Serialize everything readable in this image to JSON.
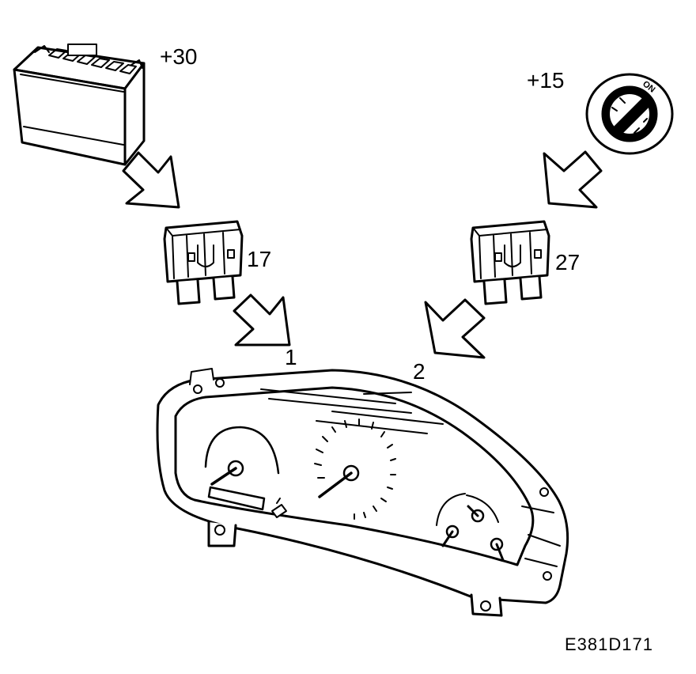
{
  "labels": {
    "battery_terminal": "+30",
    "ignition_terminal": "+15",
    "fuse_left": "17",
    "fuse_right": "27",
    "pin_1": "1",
    "pin_2": "2",
    "ignition_on": "ON",
    "figure_code": "E381D171"
  },
  "colors": {
    "line": "#000000",
    "background": "#ffffff"
  }
}
